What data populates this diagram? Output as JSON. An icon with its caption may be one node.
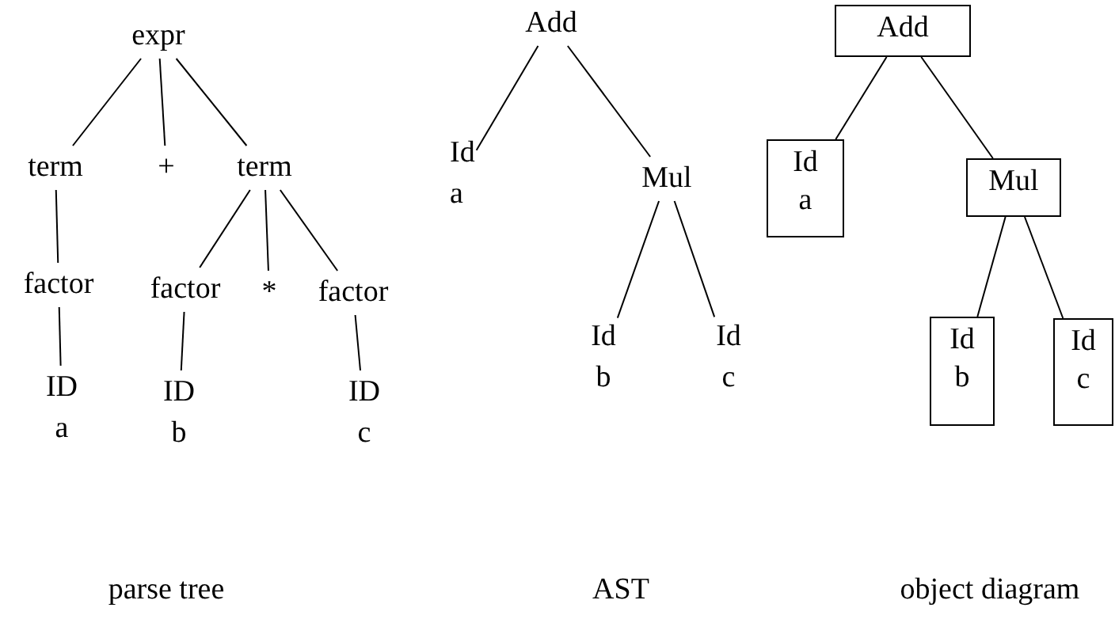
{
  "diagram": {
    "nodes": [
      {
        "text": [
          "expr"
        ]
      },
      {
        "text": [
          "term"
        ]
      },
      {
        "text": [
          "+"
        ]
      },
      {
        "text": [
          "term"
        ]
      },
      {
        "text": [
          "factor"
        ]
      },
      {
        "text": [
          "factor"
        ]
      },
      {
        "text": [
          "*"
        ]
      },
      {
        "text": [
          "factor"
        ]
      },
      {
        "text": [
          "ID",
          "a"
        ]
      },
      {
        "text": [
          "ID",
          "b"
        ]
      },
      {
        "text": [
          "ID",
          "c"
        ]
      },
      {
        "text": [
          "Add"
        ]
      },
      {
        "text": [
          "Id",
          "a"
        ]
      },
      {
        "text": [
          "Mul"
        ]
      },
      {
        "text": [
          "Id",
          "b"
        ]
      },
      {
        "text": [
          "Id",
          "c"
        ]
      },
      {
        "text": [
          "Add"
        ]
      },
      {
        "text": [
          "Id",
          "a"
        ]
      },
      {
        "text": [
          "Mul"
        ]
      },
      {
        "text": [
          "Id",
          "b"
        ]
      },
      {
        "text": [
          "Id",
          "c"
        ]
      }
    ],
    "edges": [
      {
        "from": 0,
        "to": 1,
        "arrow": "none"
      },
      {
        "from": 0,
        "to": 2,
        "arrow": "none"
      },
      {
        "from": 0,
        "to": 3,
        "arrow": "none"
      },
      {
        "from": 1,
        "to": 4,
        "arrow": "none"
      },
      {
        "from": 3,
        "to": 5,
        "arrow": "none"
      },
      {
        "from": 3,
        "to": 6,
        "arrow": "none"
      },
      {
        "from": 3,
        "to": 7,
        "arrow": "none"
      },
      {
        "from": 4,
        "to": 8,
        "arrow": "none"
      },
      {
        "from": 5,
        "to": 9,
        "arrow": "none"
      },
      {
        "from": 7,
        "to": 10,
        "arrow": "none"
      },
      {
        "from": 11,
        "to": 12,
        "arrow": "none"
      },
      {
        "from": 11,
        "to": 13,
        "arrow": "none"
      },
      {
        "from": 13,
        "to": 14,
        "arrow": "none"
      },
      {
        "from": 13,
        "to": 15,
        "arrow": "none"
      },
      {
        "from": 16,
        "to": 17,
        "arrow": "none"
      },
      {
        "from": 16,
        "to": 18,
        "arrow": "none"
      },
      {
        "from": 18,
        "to": 19,
        "arrow": "none"
      },
      {
        "from": 18,
        "to": 20,
        "arrow": "none"
      }
    ],
    "labels": [
      "parse tree",
      "AST",
      "object diagram"
    ]
  }
}
